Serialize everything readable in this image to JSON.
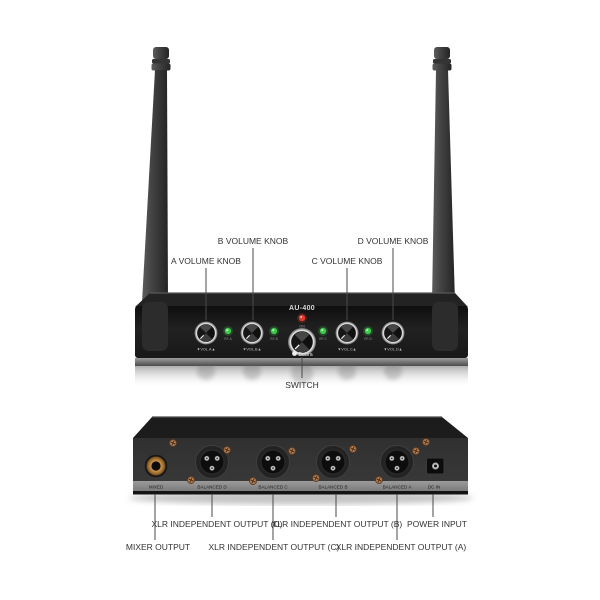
{
  "front": {
    "model_label": "AU-400",
    "power_led_label": "ON",
    "brand_label": "Debra",
    "annotations": {
      "a": "A VOLUME KNOB",
      "b": "B VOLUME KNOB",
      "c": "C VOLUME KNOB",
      "d": "D VOLUME KNOB",
      "switch": "SWITCH"
    },
    "knobs": [
      {
        "vol": "▼VOL.A▲",
        "rf": "RF-A"
      },
      {
        "vol": "▼VOL.B▲",
        "rf": "RF-B"
      },
      {
        "vol": "▼VOL.C▲",
        "rf": "RF-C"
      },
      {
        "vol": "▼VOL.D▲",
        "rf": "RF-D"
      }
    ]
  },
  "rear": {
    "ports": [
      {
        "panel_label": "MIXED",
        "annotation": "MIXER OUTPUT"
      },
      {
        "panel_label": "BALANCED D",
        "annotation": "XLR INDEPENDENT OUTPUT (D)"
      },
      {
        "panel_label": "BALANCED C",
        "annotation": "XLR INDEPENDENT OUTPUT (C)"
      },
      {
        "panel_label": "BALANCED B",
        "annotation": "XLR INDEPENDENT OUTPUT (B)"
      },
      {
        "panel_label": "BALANCED A",
        "annotation": "XLR INDEPENDENT OUTPUT (A)"
      },
      {
        "panel_label": "DC IN",
        "annotation": "POWER INPUT"
      }
    ]
  },
  "colors": {
    "led_green": "#3ecb4d",
    "led_red": "#e03a2a",
    "jack_gold": "#c08a45",
    "screw_bronze": "#a8744c",
    "annotation_text": "#333333",
    "background": "#ffffff"
  }
}
